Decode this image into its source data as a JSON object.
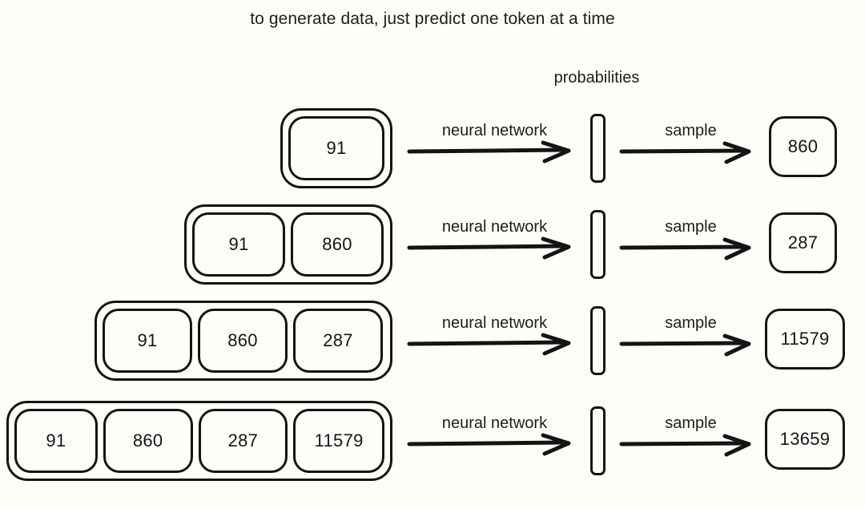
{
  "title": "to generate data, just predict one token at a time",
  "probabilities_caption": "probabilities",
  "labels": {
    "neural_network": "neural network",
    "sample": "sample"
  },
  "colors": {
    "background": "#fffffa",
    "ink": "#141414",
    "text": "#1c1c1c"
  },
  "rows": [
    {
      "context_tokens": [
        "91"
      ],
      "nn_label": "neural network",
      "sample_label": "sample",
      "output_token": "860"
    },
    {
      "context_tokens": [
        "91",
        "860"
      ],
      "nn_label": "neural network",
      "sample_label": "sample",
      "output_token": "287"
    },
    {
      "context_tokens": [
        "91",
        "860",
        "287"
      ],
      "nn_label": "neural network",
      "sample_label": "sample",
      "output_token": "11579"
    },
    {
      "context_tokens": [
        "91",
        "860",
        "287",
        "11579"
      ],
      "nn_label": "neural network",
      "sample_label": "sample",
      "output_token": "13659"
    }
  ]
}
